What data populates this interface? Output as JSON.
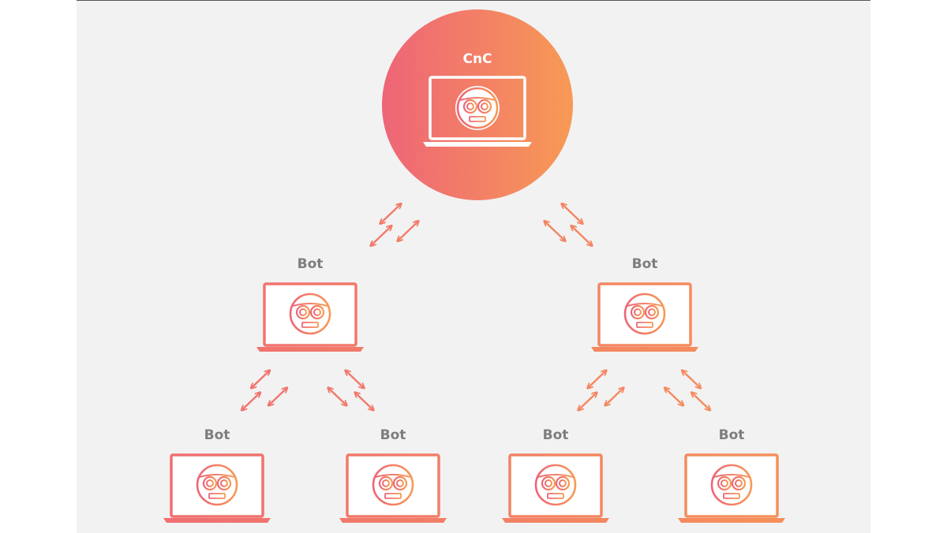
{
  "colors": {
    "gradient_start": "#ee6577",
    "gradient_end": "#f79a55",
    "background": "#f2f2f2",
    "screen": "#ffffff",
    "bot_label": "#7d7d7d"
  },
  "nodes": {
    "cnc": {
      "label": "CnC",
      "icon": "robot-face-icon"
    },
    "bot_left": {
      "label": "Bot",
      "icon": "robot-face-icon"
    },
    "bot_right": {
      "label": "Bot",
      "icon": "robot-face-icon"
    },
    "bot_ll": {
      "label": "Bot",
      "icon": "robot-face-icon"
    },
    "bot_lr": {
      "label": "Bot",
      "icon": "robot-face-icon"
    },
    "bot_rl": {
      "label": "Bot",
      "icon": "robot-face-icon"
    },
    "bot_rr": {
      "label": "Bot",
      "icon": "robot-face-icon"
    }
  },
  "links": [
    {
      "from": "cnc",
      "to": "bot_left"
    },
    {
      "from": "cnc",
      "to": "bot_right"
    },
    {
      "from": "bot_left",
      "to": "bot_ll"
    },
    {
      "from": "bot_left",
      "to": "bot_lr"
    },
    {
      "from": "bot_right",
      "to": "bot_rl"
    },
    {
      "from": "bot_right",
      "to": "bot_rr"
    }
  ]
}
